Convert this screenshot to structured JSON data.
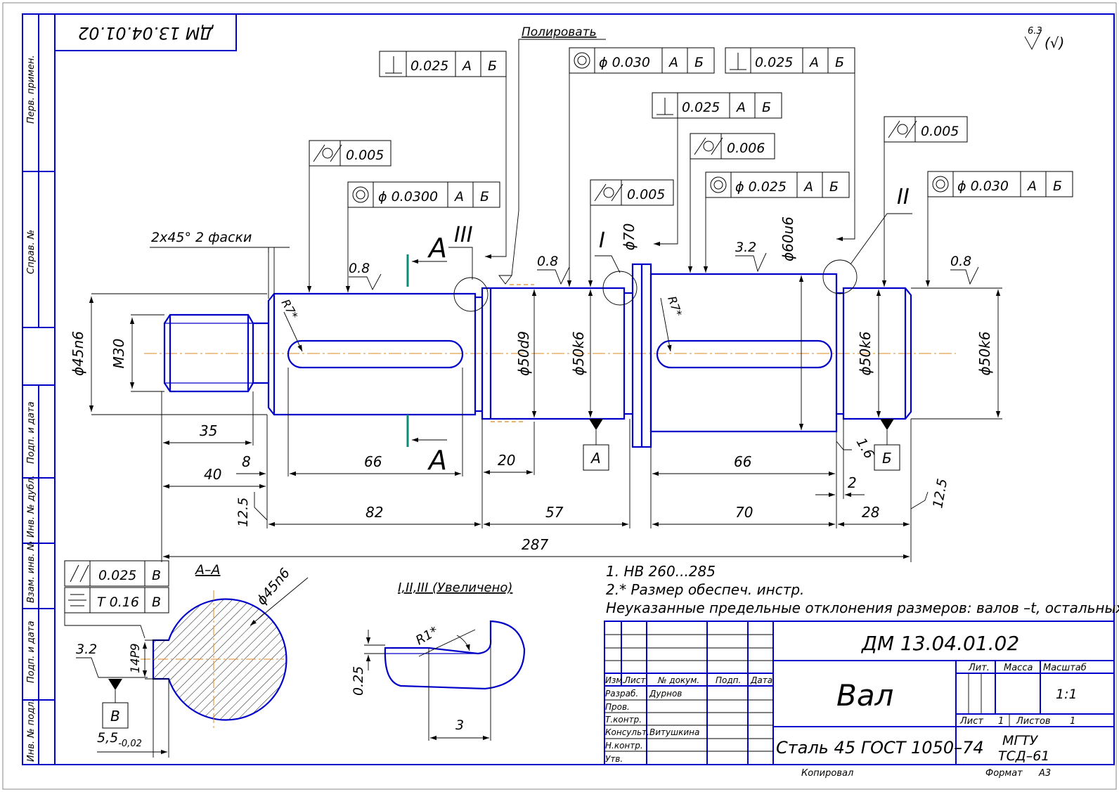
{
  "doc_code": "ДМ 13.04.01.02",
  "doc_code_rotated": "ДМ 13.04.01.02",
  "surface_finish_general": {
    "value": "6.3",
    "suffix": "(√)"
  },
  "polish_note": "Полировать",
  "chamfer_note": "2x45°  2 фаски",
  "side_stamp": {
    "perv_primen": "Перв. примен.",
    "sprav_no": "Справ. №",
    "podp_data_1": "Подп. и дата",
    "inv_dubl": "Инв. № дубл.",
    "vzam_inv": "Взам. инв. №",
    "podp_data_2": "Подп. и дата",
    "inv_podl": "Инв. № подл."
  },
  "tolerance_frames": [
    {
      "symbol": "perpendicularity",
      "value": "0.025",
      "base1": "А",
      "base2": "Б"
    },
    {
      "symbol": "coaxiality",
      "value": "ϕ 0.030",
      "base1": "А",
      "base2": "Б"
    },
    {
      "symbol": "perpendicularity",
      "value": "0.025",
      "base1": "А",
      "base2": "Б"
    },
    {
      "symbol": "perpendicularity",
      "value": "0.025",
      "base1": "А",
      "base2": "Б"
    },
    {
      "symbol": "cylindricity",
      "value": "0.005"
    },
    {
      "symbol": "coaxiality",
      "value": "ϕ 0.0300",
      "base1": "А",
      "base2": "Б"
    },
    {
      "symbol": "cylindricity",
      "value": "0.006"
    },
    {
      "symbol": "cylindricity",
      "value": "0.005"
    },
    {
      "symbol": "coaxiality",
      "value": "ϕ 0.025",
      "base1": "А",
      "base2": "Б"
    },
    {
      "symbol": "cylindricity",
      "value": "0.005"
    },
    {
      "symbol": "coaxiality",
      "value": "ϕ 0.030",
      "base1": "А",
      "base2": "Б"
    },
    {
      "symbol": "parallelism",
      "value": "0.025",
      "base1": "В"
    },
    {
      "symbol": "symmetry",
      "value": "T 0.16",
      "base1": "В"
    }
  ],
  "diameters": {
    "d45n6": "ϕ45n6",
    "m30": "M30",
    "d50d9": "ϕ50d9",
    "d50k6_a": "ϕ50k6",
    "d70": "ϕ70",
    "d60u6": "ϕ60u6",
    "d50k6_b": "ϕ50k6",
    "d50k6_c": "ϕ50k6"
  },
  "radii": {
    "r7_left": "R7*",
    "r7_right": "R7*"
  },
  "roughness": {
    "r08_a": "0.8",
    "r08_b": "0.8",
    "r32": "3.2",
    "r08_c": "0.8",
    "r16": "1.6",
    "r125_a": "12.5",
    "r125_b": "12.5"
  },
  "dimensions": {
    "d35": "35",
    "d40": "40",
    "d8": "8",
    "d66a": "66",
    "d20": "20",
    "d66b": "66",
    "d2": "2",
    "d82": "82",
    "d57": "57",
    "d70": "70",
    "d28": "28",
    "d287": "287"
  },
  "datums": {
    "a": "А",
    "b": "Б",
    "v": "В"
  },
  "section_marks": {
    "a_top": "А",
    "a_bottom": "А",
    "roman_3": "III",
    "roman_1": "I",
    "roman_2": "II"
  },
  "section_view": {
    "title": "А–А",
    "dia": "ϕ45n6",
    "r32": "3.2",
    "key_width": "14P9",
    "depth": "5,5",
    "depth_tol": "-0,02"
  },
  "detail_view": {
    "title": "I,II,III (Увеличено)",
    "radius": "R1*",
    "gap": "0.25",
    "len": "3"
  },
  "notes": [
    "1. НВ 260...285",
    "2.* Размер обеспеч. инстр.",
    "Неуказанные предельные отклонения размеров: валов –t, остальных ±t"
  ],
  "title_block": {
    "code": "ДМ 13.04.01.02",
    "name": "Вал",
    "material": "Сталь 45 ГОСТ 1050–74",
    "org1": "МГТУ",
    "org2": "ТСД–61",
    "hdr_izm": "Изм.",
    "hdr_list": "Лист",
    "hdr_dokum": "№ докум.",
    "hdr_podp": "Подп.",
    "hdr_data": "Дата",
    "razrab": "Разраб.",
    "razrab_name": "Дурнов",
    "prov": "Пров.",
    "tkontr": "Т.контр.",
    "konsult": "Консульт.",
    "konsult_name": "Витушкина",
    "nkontr": "Н.контр.",
    "utv": "Утв.",
    "lit": "Лит.",
    "massa": "Масса",
    "masshtab": "Масштаб",
    "scale": "1:1",
    "list_label": "Лист",
    "list_no": "1",
    "listov_label": "Листов",
    "listov_no": "1",
    "kopiroval": "Копировал",
    "format_label": "Формат",
    "format": "А3"
  },
  "colors": {
    "frame": "#0000c8",
    "axis": "#e08a1e",
    "section_mark": "#0a8a7a",
    "ink": "#000000"
  }
}
